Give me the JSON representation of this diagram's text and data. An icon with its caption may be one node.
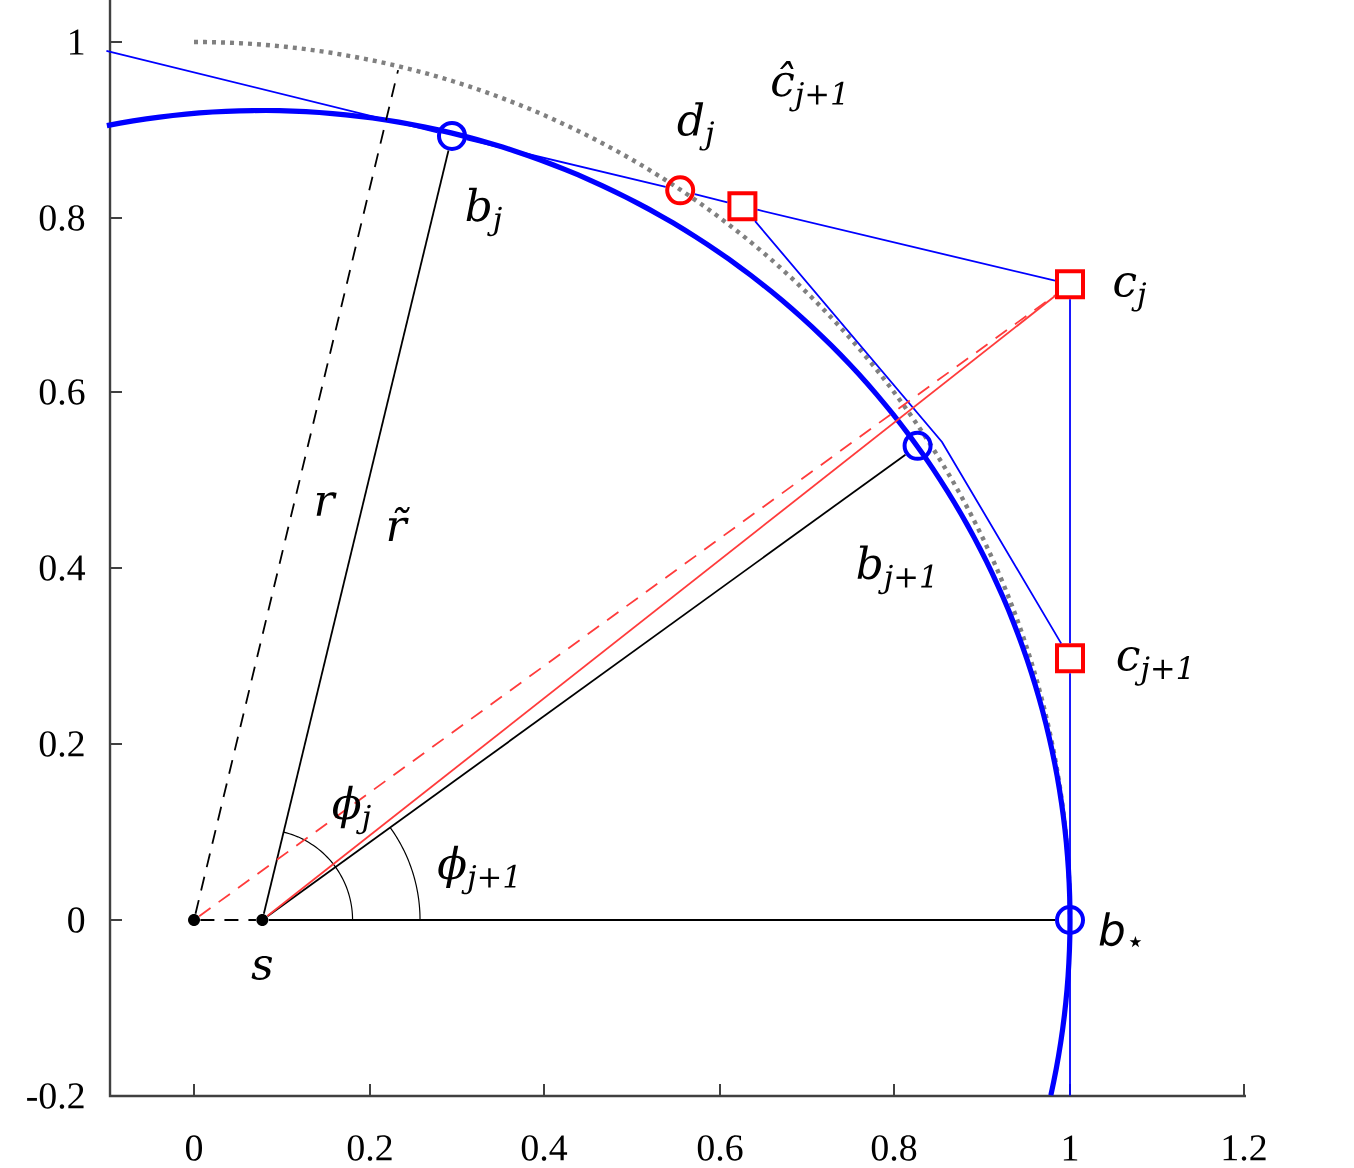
{
  "diagram": {
    "nodes": [
      {
        "text": [],
        "shape": "circle",
        "beside": [
          "b$_{j}$"
        ]
      },
      {
        "text": [],
        "shape": "circle",
        "beside": [
          "d$_{j}$"
        ]
      },
      {
        "text": [],
        "shape": "box",
        "beside": [
          "ĉ$_{j+1}$"
        ]
      },
      {
        "text": [],
        "shape": "box",
        "beside": [
          "c$_{j}$"
        ]
      },
      {
        "text": [],
        "shape": "circle",
        "beside": [
          "b$_{j+1}$"
        ]
      },
      {
        "text": [],
        "shape": "box",
        "beside": [
          "c$_{j+1}$"
        ]
      },
      {
        "text": [],
        "shape": "circle"
      },
      {
        "text": [],
        "shape": "circle",
        "beside": [
          "s"
        ]
      },
      {
        "text": [],
        "shape": "circle",
        "beside": [
          "b$_{⋆}$"
        ]
      }
    ],
    "edges": [
      {
        "from": null,
        "to": 0,
        "arrow": "none"
      },
      {
        "from": 0,
        "to": 1,
        "arrow": "none"
      },
      {
        "from": 1,
        "to": 2,
        "arrow": "none"
      },
      {
        "from": 2,
        "to": 3,
        "arrow": "none"
      },
      {
        "from": 2,
        "to": 5,
        "arrow": "none"
      },
      {
        "from": 3,
        "to": 5,
        "arrow": "none"
      },
      {
        "from": 5,
        "to": 8,
        "arrow": "none"
      },
      {
        "from": 8,
        "to": null,
        "arrow": "none"
      },
      {
        "from": 7,
        "to": 0,
        "arrow": "none",
        "label": "r̃",
        "color": "#000000"
      },
      {
        "from": 7,
        "to": 4,
        "arrow": "none",
        "color": "#000000"
      },
      {
        "from": 7,
        "to": 8,
        "arrow": "none",
        "color": "#000000"
      },
      {
        "from": 6,
        "to": null,
        "arrow": "none",
        "label": "r",
        "style": "dashed",
        "color": "#000000"
      },
      {
        "from": 6,
        "to": 7,
        "arrow": "none",
        "style": "dashed",
        "color": "#000000"
      },
      {
        "from": 7,
        "to": 3,
        "arrow": "none",
        "color": "#ff3b3b"
      },
      {
        "from": 6,
        "to": 3,
        "arrow": "none",
        "style": "dashed",
        "color": "#ff3b3b"
      }
    ],
    "labels": [
      "1",
      "0.8",
      "0.6",
      "0.4",
      "0.2",
      "0",
      "-0.2",
      "ϕ$_{j}$",
      "ϕ$_{j+1}$",
      "0",
      "0.2",
      "0.4",
      "0.6",
      "0.8",
      "1",
      "1.2"
    ]
  }
}
